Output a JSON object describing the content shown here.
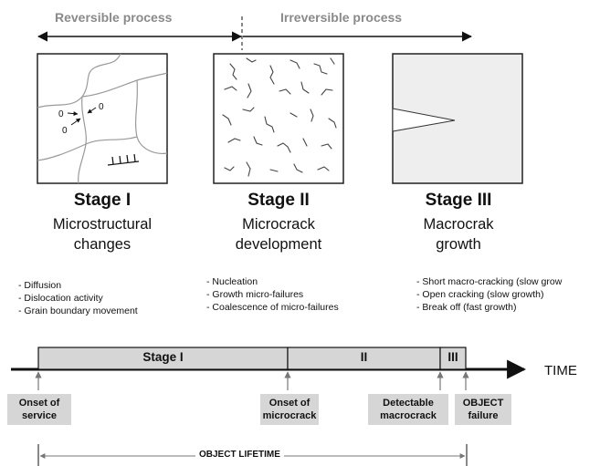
{
  "processes": {
    "reversible": "Reversible process",
    "irreversible": "Irreversible process"
  },
  "stages": [
    {
      "title": "Stage I",
      "desc": [
        "Microstructural",
        "changes"
      ],
      "bullets": [
        "- Diffusion",
        "- Dislocation activity",
        "- Grain boundary movement"
      ],
      "markers": [
        "0",
        "0",
        "0"
      ]
    },
    {
      "title": "Stage II",
      "desc": [
        "Microcrack",
        "development"
      ],
      "bullets": [
        "- Nucleation",
        "- Growth micro-failures",
        "- Coalescence of micro-failures"
      ]
    },
    {
      "title": "Stage III",
      "desc": [
        "Macrocrak",
        "growth"
      ],
      "bullets": [
        "- Short macro-cracking (slow grow",
        "- Open cracking (slow growth)",
        "- Break off (fast growth)"
      ]
    }
  ],
  "timeline": {
    "segments": [
      "Stage I",
      "II",
      "III"
    ],
    "axis_label": "TIME",
    "events": [
      "Onset of service",
      "Onset of microcrack",
      "Detectable macrocrack",
      "OBJECT failure"
    ],
    "lifetime_label": "OBJECT LIFETIME"
  },
  "colors": {
    "process_text": "#8a8a8a",
    "stage_fill": "#d6d6d6",
    "panel_fill": "#eeeeee",
    "line": "#111111"
  }
}
